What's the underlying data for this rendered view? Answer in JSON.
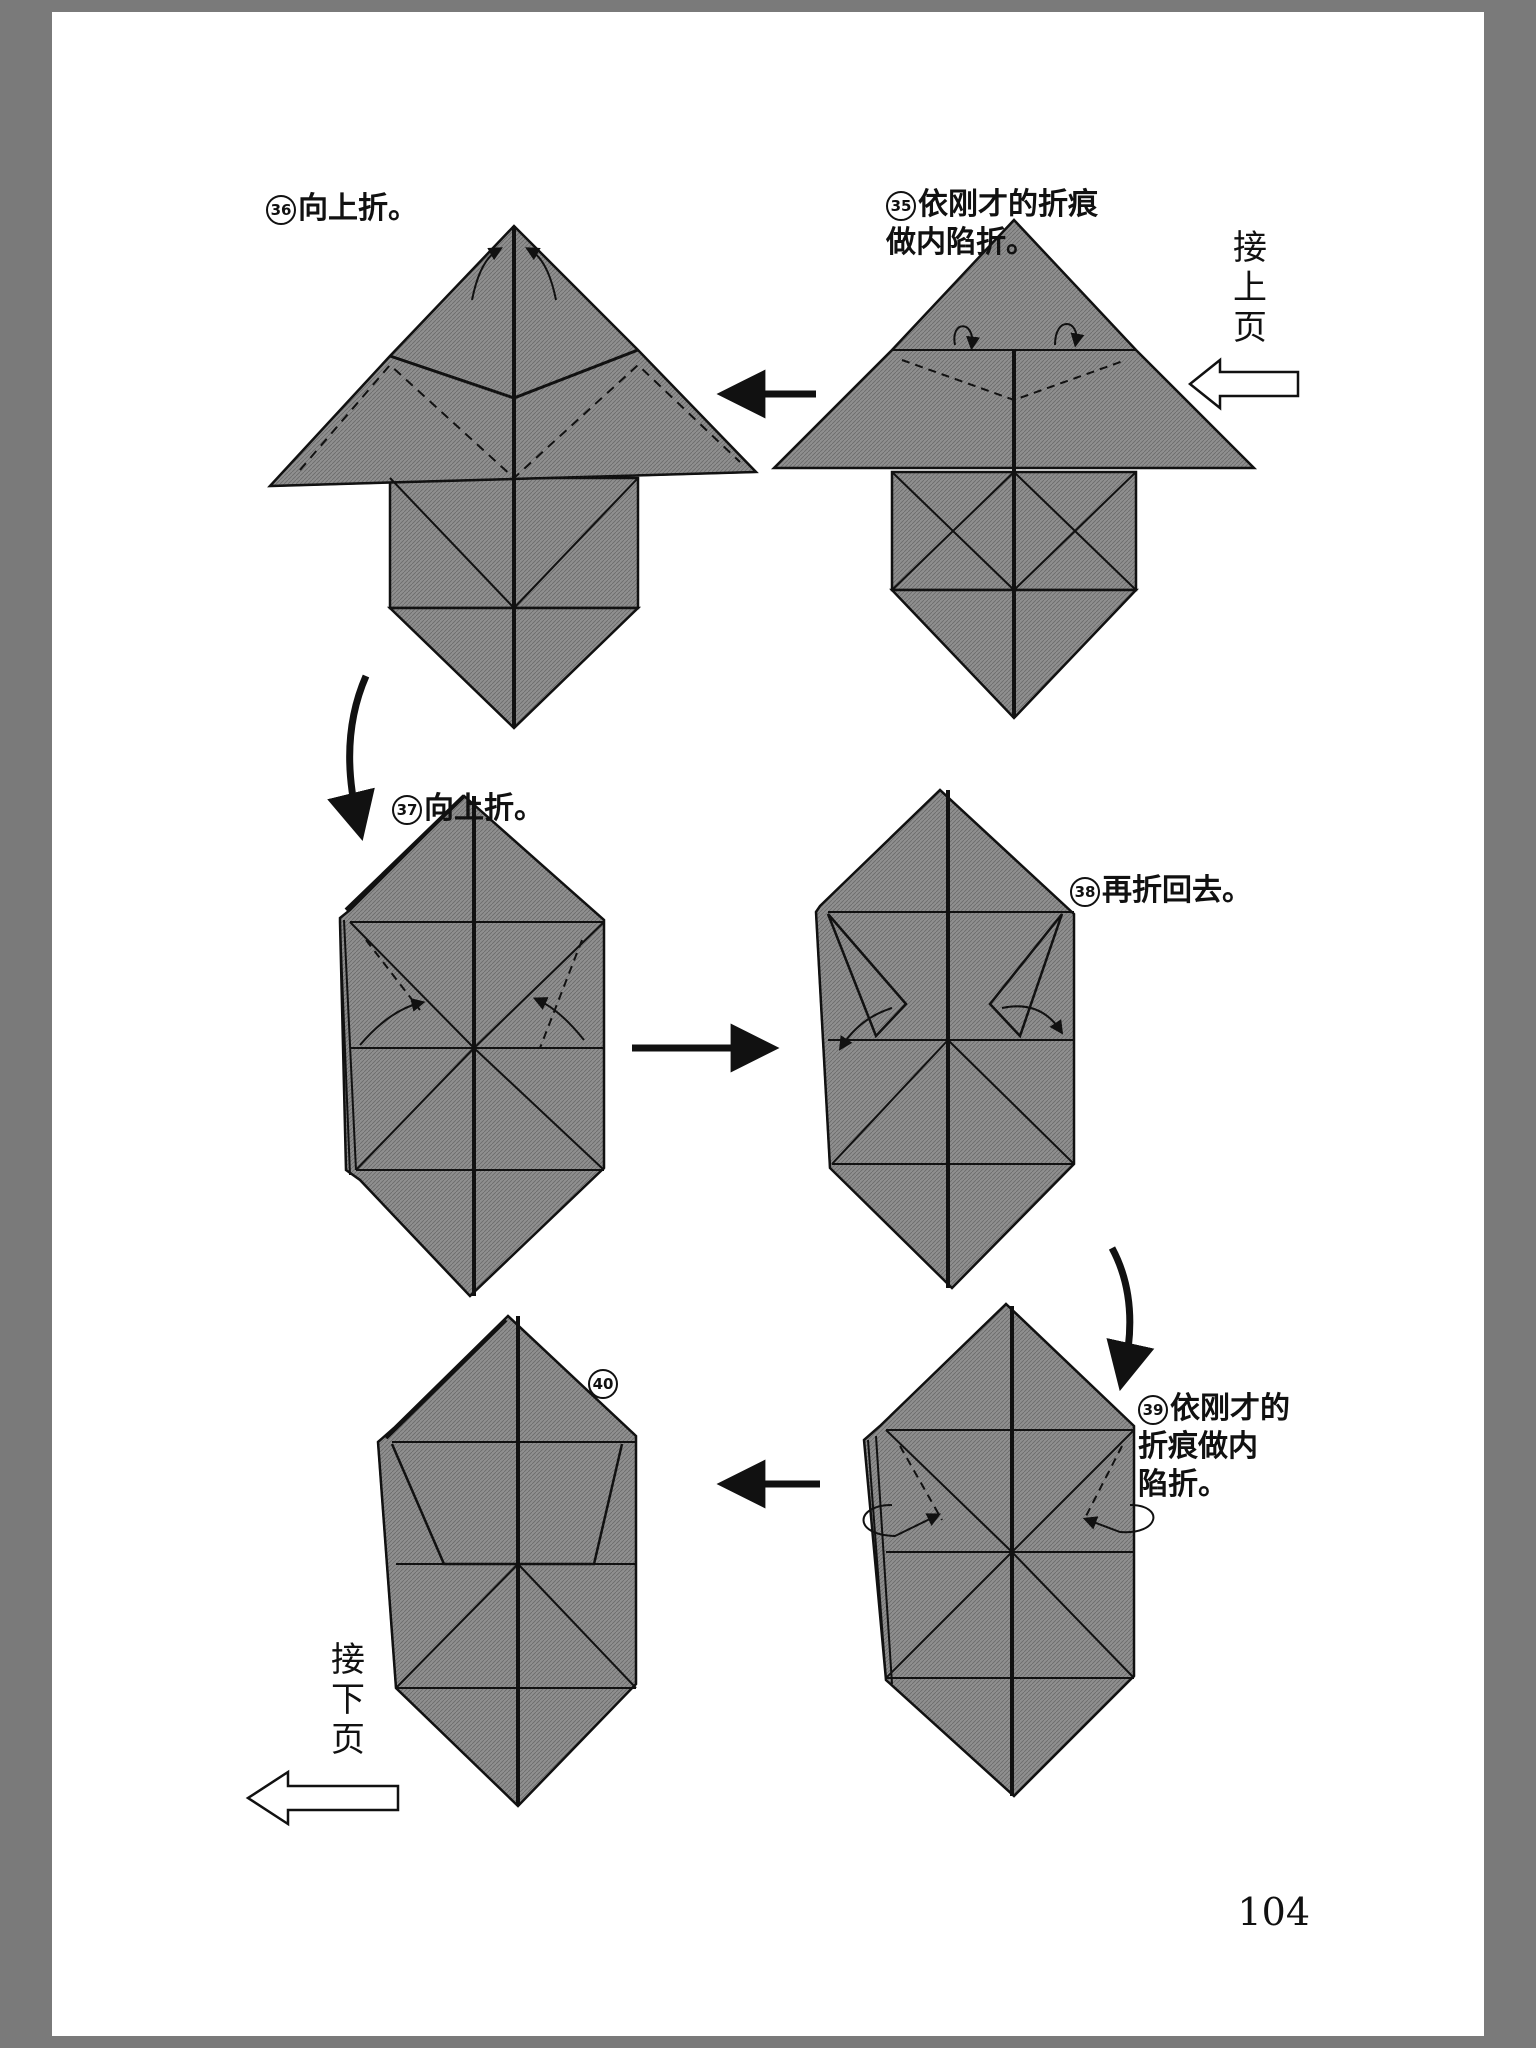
{
  "steps": {
    "s35": {
      "num": "35",
      "text": "依刚才的折痕\n做内陷折。"
    },
    "s36": {
      "num": "36",
      "text": "向上折。"
    },
    "s37": {
      "num": "37",
      "text": "向上折。"
    },
    "s38": {
      "num": "38",
      "text": "再折回去。"
    },
    "s39": {
      "num": "39",
      "text": "依刚才的\n折痕做内\n陷折。"
    },
    "s40": {
      "num": "40"
    }
  },
  "continued_from": "接\n上\n页",
  "continued_to": "接\n下\n页",
  "page_number": "104",
  "colors": {
    "paper": "#8f8f8f",
    "page_bg": "#ffffff",
    "frame": "#7a7a7a",
    "line": "#111111"
  }
}
